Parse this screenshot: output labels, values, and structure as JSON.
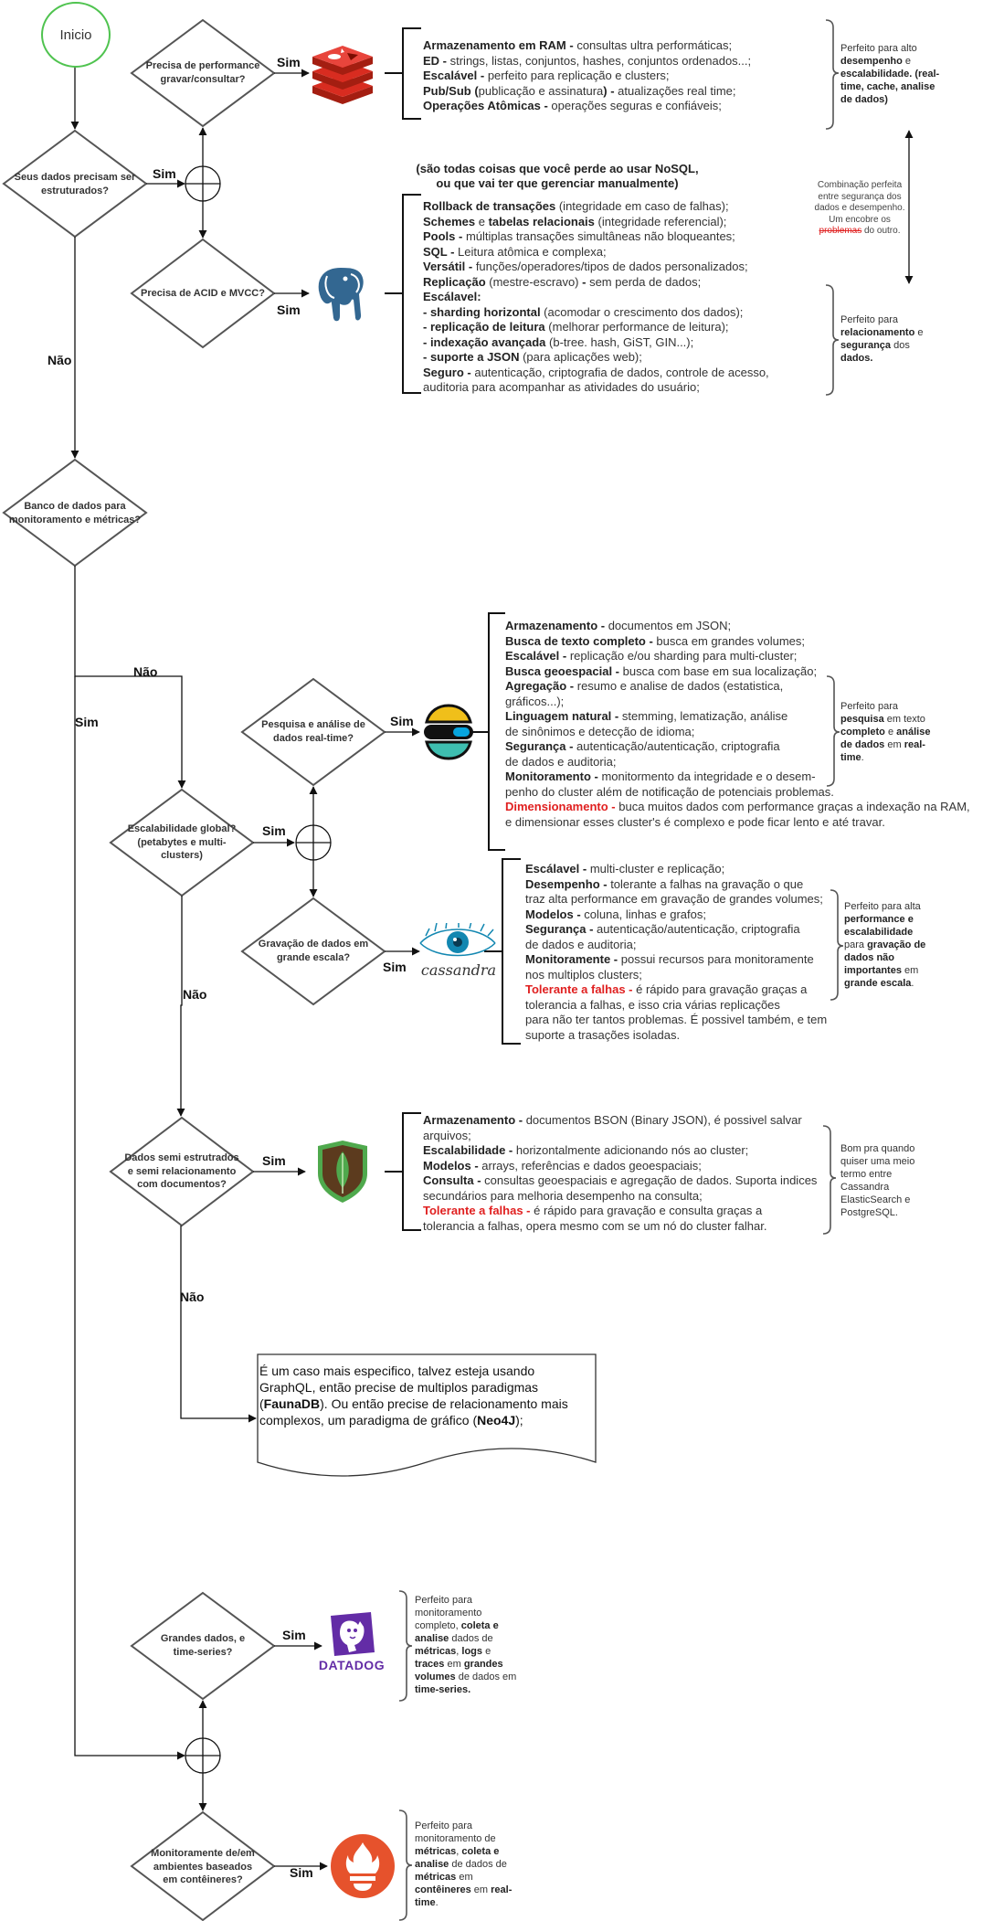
{
  "start": {
    "label": "Inicio"
  },
  "decisions": {
    "d1": "Precisa de performance gravar/consultar?",
    "d2": "Seus dados precisam ser estruturados?",
    "d3": "Precisa de ACID e MVCC?",
    "d4": "Banco de dados para monitoramento e métricas?",
    "d5": "Pesquisa e análise de dados real-time?",
    "d6": "Escalabilidade global? (petabytes e multi-clusters)",
    "d7": "Gravação de dados em grande escala?",
    "d8": "Dados semi estrutrados e semi relacionamento com documentos?",
    "d9": "Grandes dados, e time-series?",
    "d10": "Monitoramente de/em ambientes baseados em contêineres?"
  },
  "edge_labels": {
    "sim": "Sim",
    "nao": "Não"
  },
  "redis": {
    "l1b": "Armazenamento em RAM -",
    "l1": " consultas ultra performáticas;",
    "l2b": "ED -",
    "l2": " strings, listas, conjuntos, hashes, conjuntos ordenados...;",
    "l3b": "Escalável -",
    "l3": " perfeito para replicação e clusters;",
    "l4b": "Pub/Sub (",
    "l4": "publicação e assinatura",
    "l4c": ") -",
    "l4d": " atualizações real time;",
    "l5b": "Operações Atômicas -",
    "l5": " operações seguras e confiáveis;",
    "note_a": "Perfeito para alto ",
    "note_b": "desempenho",
    "note_c": " e ",
    "note_d": "escalabilidade. (real-time, cache, analise de dados)"
  },
  "nosql_header": {
    "line1": "(são todas coisas que você perde ao usar NoSQL,",
    "line2": "ou que vai ter que gerenciar manualmente)"
  },
  "postgres": {
    "l1b": "Rollback de transações",
    "l1": " (integridade em caso de falhas);",
    "l2b": "Schemes",
    "l2": " e ",
    "l2c": "tabelas relacionais",
    "l2d": " (integridade referencial);",
    "l3b": "Pools -",
    "l3": " múltiplas transações simultâneas não bloqueantes;",
    "l4b": "SQL -",
    "l4": " Leitura atômica e complexa;",
    "l5b": "Versátil -",
    "l5": " funções/operadores/tipos de dados personalizados;",
    "l6b": "Replicação",
    "l6": " (mestre-escravo) ",
    "l6c": "-",
    "l6d": " sem perda de dados;",
    "l7b": "Escálavel:",
    "l8b": "- sharding horizontal",
    "l8": " (acomodar o crescimento dos dados);",
    "l9b": "- replicação de leitura",
    "l9": " (melhorar performance de leitura);",
    "l10b": "- indexação avançada",
    "l10": " (b-tree. hash, GiST, GIN...);",
    "l11b": "- suporte a JSON",
    "l11": " (para aplicações web);",
    "l12b": "Seguro -",
    "l12": " autenticação, criptografia de dados, controle de acesso,",
    "l13": "auditoria para acompanhar as atividades do usuário;",
    "note_a": "Perfeito para ",
    "note_b": "relacionamento",
    "note_c": " e ",
    "note_d": "segurança",
    "note_e": " dos ",
    "note_f": "dados."
  },
  "mid_note": {
    "l1": "Combinação perfeita entre segurança dos dados e desempenho.",
    "l2": "Um encobre os",
    "l3": "problemas",
    "l4": " do outro."
  },
  "elastic": {
    "l1b": "Armazenamento -",
    "l1": " documentos em JSON;",
    "l2b": "Busca de texto completo -",
    "l2": " busca em grandes volumes;",
    "l3b": "Escalável -",
    "l3": " replicação e/ou sharding para multi-cluster;",
    "l4b": "Busca geoespacial -",
    "l4": " busca com base em sua localização;",
    "l5b": "Agregação -",
    "l5": " resumo e analise de dados (estatistica,",
    "l5c": "gráficos...);",
    "l6b": "Linguagem natural -",
    "l6": " stemming, lematização, análise",
    "l6c": "de sinônimos e detecção de idioma;",
    "l7b": "Segurança -",
    "l7": " autenticação/autenticação, criptografia",
    "l7c": "de dados e auditoria;",
    "l8b": "Monitoramento -",
    "l8": " monitormento da integridade e o desem-",
    "l8c": "penho do cluster além de notificação de potenciais problemas.",
    "l9r": "Dimensionamento -",
    "l9": " buca muitos dados com performance graças a indexação na RAM,",
    "l9c": "e dimensionar esses cluster's é complexo e pode ficar lento e até travar.",
    "note_a": "Perfeito para ",
    "note_b": "pesquisa",
    "note_c": " em texto ",
    "note_d": "completo",
    "note_e": " e ",
    "note_f": "análise de dados",
    "note_g": " em ",
    "note_h": "real-time",
    "note_i": "."
  },
  "cassandra": {
    "logo": "cassandra",
    "l1b": "Escálavel -",
    "l1": " multi-cluster e replicação;",
    "l2b": "Desempenho -",
    "l2": " tolerante a falhas na gravação o que",
    "l2c": "traz alta performance em gravação de grandes volumes;",
    "l3b": "Modelos -",
    "l3": " coluna, linhas e grafos;",
    "l4b": "Segurança -",
    "l4": " autenticação/autenticação, criptografia",
    "l4c": "de dados e auditoria;",
    "l5b": "Monitoramente -",
    "l5": " possui recursos para monitoramente",
    "l5c": "nos multiplos clusters;",
    "l6r": "Tolerante a falhas -",
    "l6": " é rápido para gravação graças a",
    "l6c": "tolerancia a falhas, e isso cria várias replicações",
    "l6d": "para não ter tantos problemas. É possivel também, e tem",
    "l6e": "suporte a trasações isoladas.",
    "note_a": "Perfeito para alta ",
    "note_b": "performance e escalabilidade",
    "note_c": " para ",
    "note_d": "gravação de dados não importantes",
    "note_e": " em ",
    "note_f": "grande escala",
    "note_g": "."
  },
  "mongo": {
    "l1b": "Armazenamento -",
    "l1": " documentos BSON (Binary JSON), é possivel salvar",
    "l1c": "arquivos;",
    "l2b": "Escalabilidade -",
    "l2": " horizontalmente adicionando nós ao cluster;",
    "l3b": "Modelos -",
    "l3": " arrays, referências e dados geoespaciais;",
    "l4b": "Consulta -",
    "l4": " consultas geoespaciais e agregação de dados. Suporta indices",
    "l4c": "secundários para melhoria desempenho na consulta;",
    "l5r": "Tolerante a falhas -",
    "l5": " é rápido para gravação e consulta graças a",
    "l5c": "tolerancia a falhas, opera mesmo com se um nó do cluster falhar.",
    "note": "Bom pra quando quiser uma meio termo entre Cassandra ElasticSearch e PostgreSQL."
  },
  "doc_box": {
    "p1": "É um caso mais especifico, talvez esteja usando GraphQL, então precise de multiplos paradigmas (",
    "p1b": "FaunaDB",
    "p2": "). Ou então precise de relacionamento mais complexos, um paradigma de gráfico (",
    "p2b": "Neo4J",
    "p3": ");"
  },
  "datadog": {
    "logo": "DATADOG",
    "note_a": "Perfeito para monitoramento completo, ",
    "note_b": "coleta e analise",
    "note_c": " dados de ",
    "note_d": "métricas",
    "note_e": ", ",
    "note_f": "logs",
    "note_g": " e ",
    "note_h": "traces",
    "note_i": " em ",
    "note_j": "grandes volumes",
    "note_k": " de dados em ",
    "note_l": "time-series."
  },
  "prometheus": {
    "note_a": "Perfeito para monitoramento de ",
    "note_b": "métricas",
    "note_c": ", ",
    "note_d": "coleta e analise",
    "note_e": " de dados de ",
    "note_f": "métricas",
    "note_g": " em ",
    "note_h": "contêineres",
    "note_i": " em ",
    "note_j": "real-time",
    "note_k": "."
  },
  "colors": {
    "line": "#111111",
    "diamond_stroke": "#555555",
    "start_stroke": "#4fc34f",
    "redis": "#d82c20",
    "postgres": "#336791",
    "mongo": "#4fa94d",
    "datadog": "#632ca6",
    "prometheus": "#e6522c",
    "highlight": "#e02020"
  }
}
